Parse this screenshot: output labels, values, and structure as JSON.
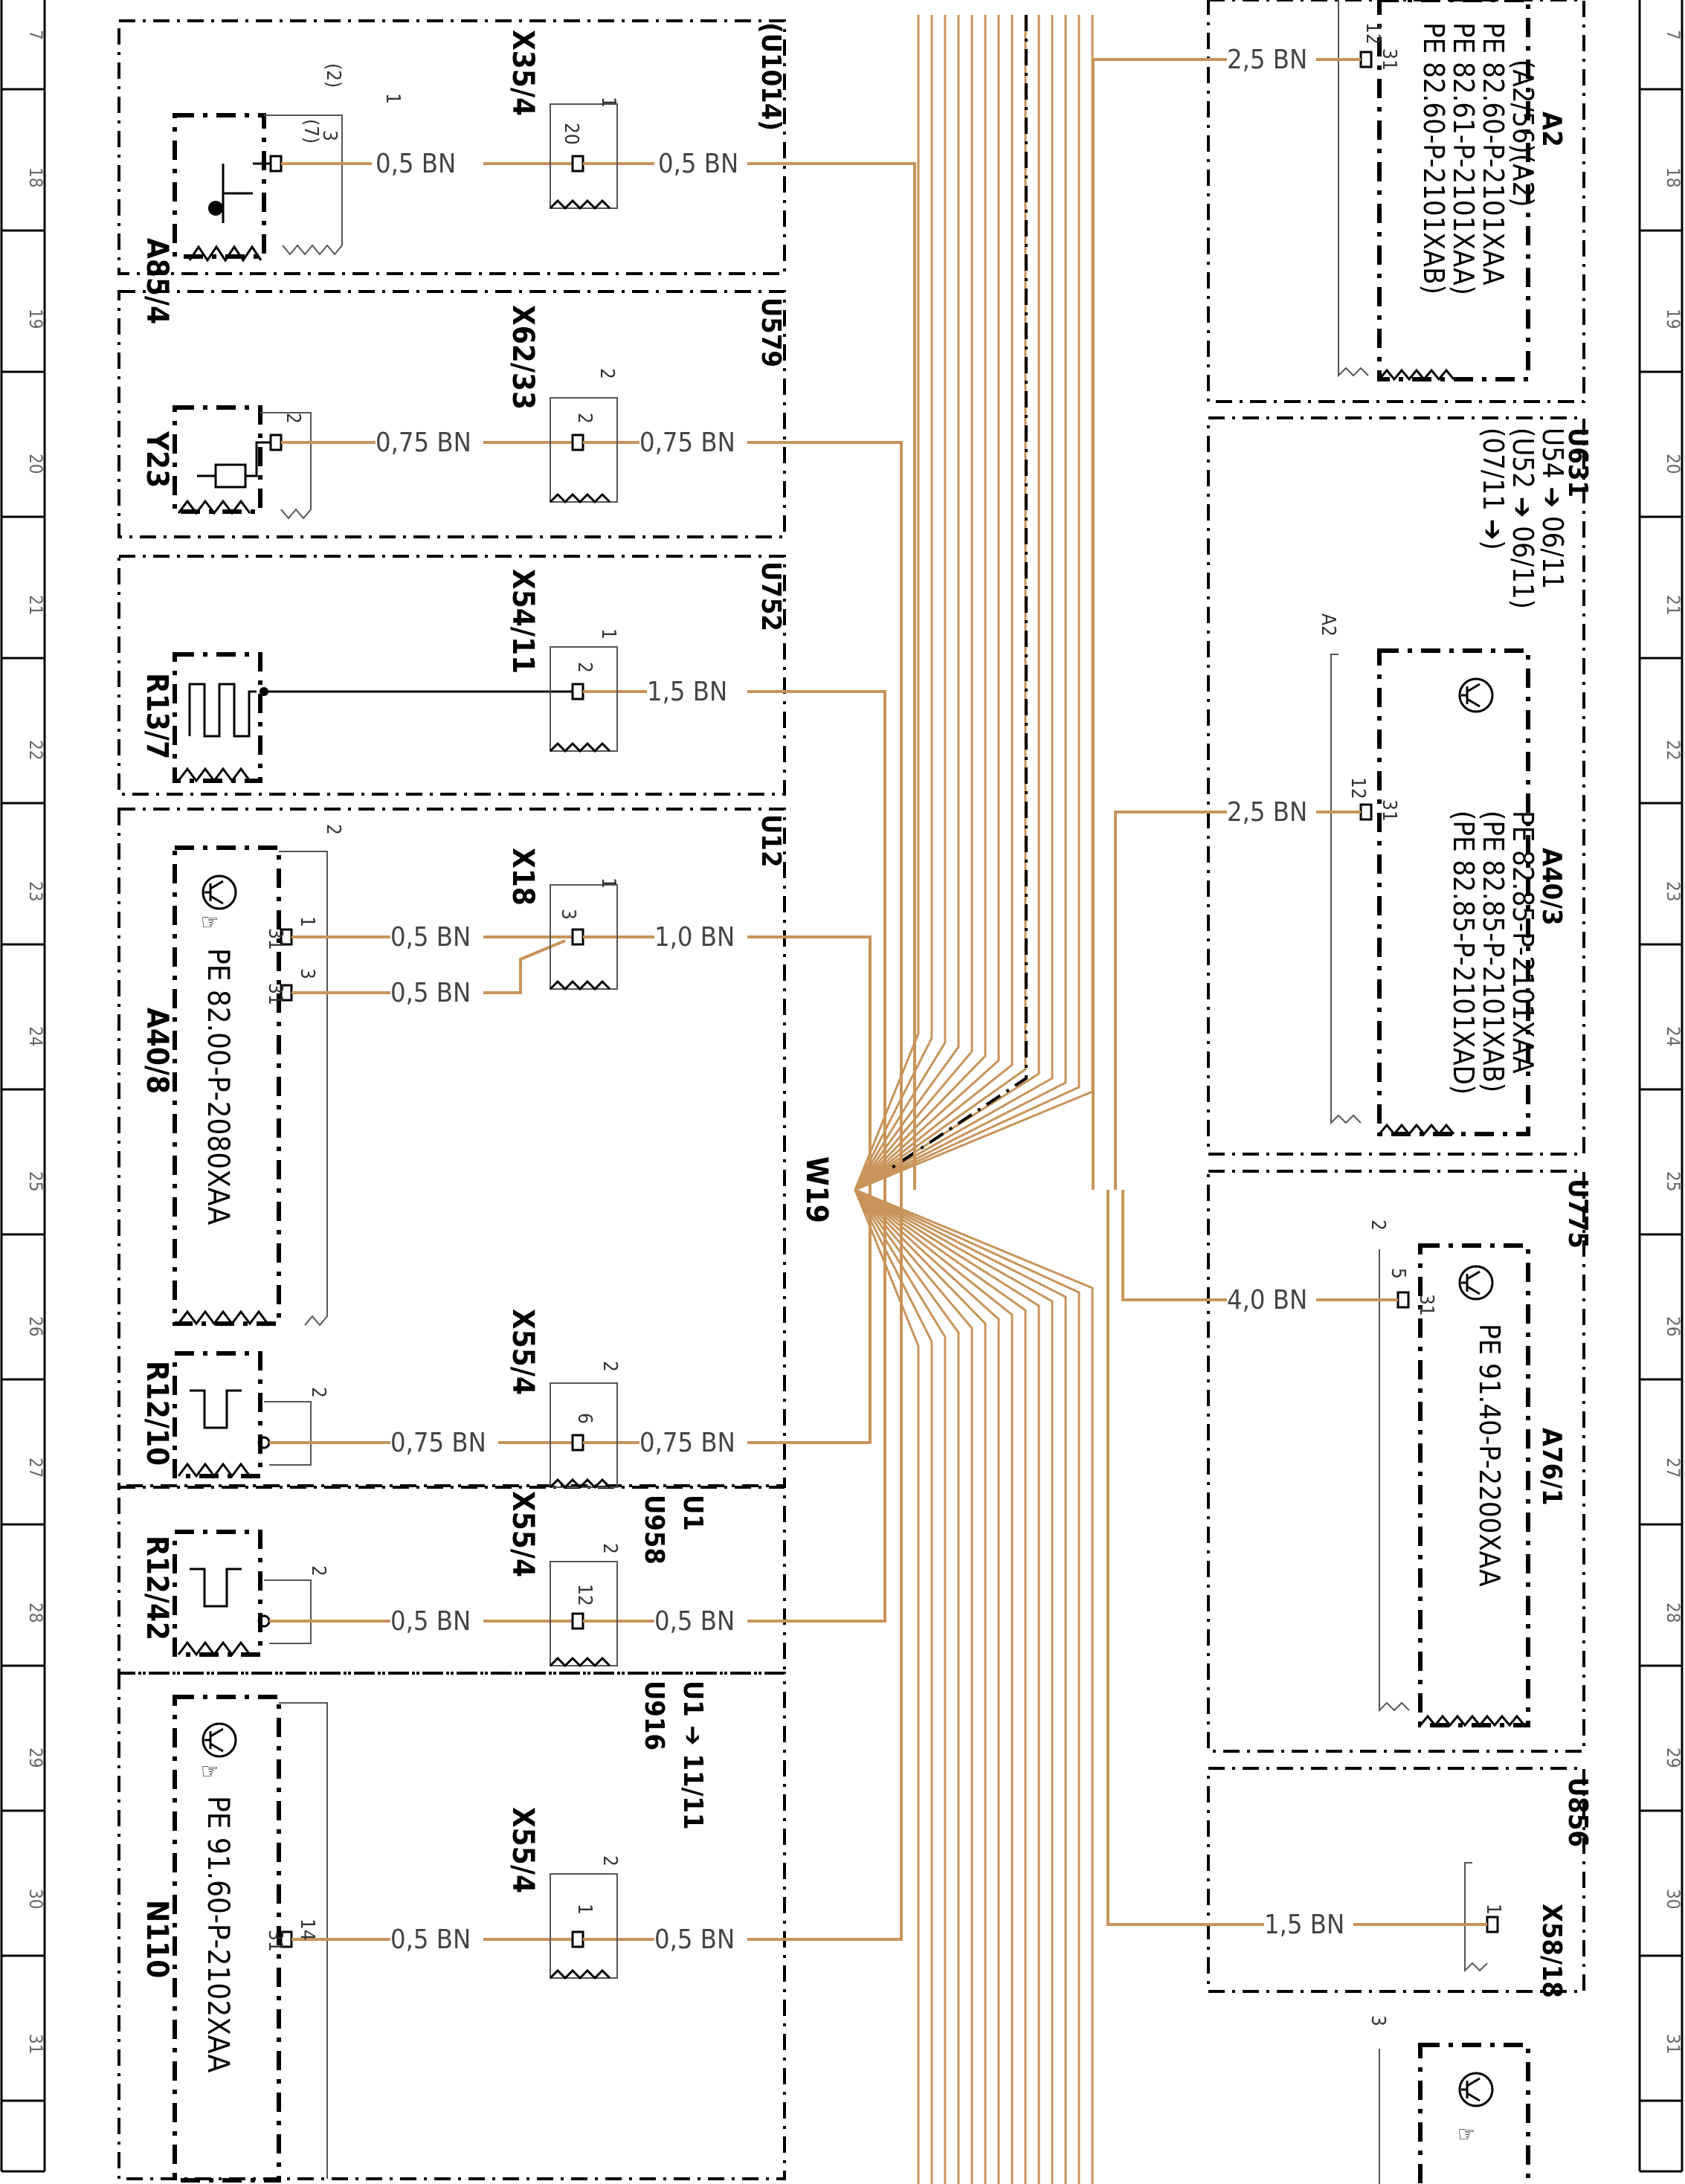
{
  "harness": "W19",
  "ruler_numbers": [
    "7",
    "18",
    "19",
    "20",
    "21",
    "22",
    "23",
    "24",
    "25",
    "26",
    "27",
    "28",
    "29",
    "30",
    "31"
  ],
  "left_panel": {
    "groups": [
      {
        "code": "(U1014)",
        "component": "A85/4",
        "pins": [
          "(2)",
          "1",
          "(7)",
          "3"
        ],
        "connector": "X35/4",
        "conn_pins": [
          "1",
          "20"
        ],
        "wire_in": "0,5 BN",
        "wire_out": "0,5 BN"
      },
      {
        "code": "U579",
        "component": "Y23",
        "pins": [
          "2"
        ],
        "connector": "X62/33",
        "conn_pins": [
          "2",
          "2"
        ],
        "wire_in": "0,75 BN",
        "wire_out": "0,75 BN"
      },
      {
        "code": "U752",
        "component": "R13/7",
        "connector": "X54/11",
        "conn_pins": [
          "1",
          "2"
        ],
        "wire_out": "1,5 BN"
      },
      {
        "code": "U12",
        "component": "A40/8",
        "component_ref": "PE 82.00-P-2080XAA",
        "pins": [
          "2",
          "31",
          "1",
          "31",
          "3"
        ],
        "connector": "X18",
        "conn_pins": [
          "1",
          "3"
        ],
        "wire_in_1": "0,5 BN",
        "wire_in_2": "0,5 BN",
        "wire_out": "1,0 BN"
      },
      {
        "code": "",
        "component": "R12/10",
        "pins": [
          "2"
        ],
        "connector": "X55/4",
        "conn_pins": [
          "2",
          "6"
        ],
        "wire_in": "0,75 BN",
        "wire_out": "0,75 BN"
      },
      {
        "code": "U1",
        "code2": "U958",
        "component": "R12/42",
        "pins": [
          "2"
        ],
        "connector": "X55/4",
        "conn_pins": [
          "2",
          "12"
        ],
        "wire_in": "0,5 BN",
        "wire_out": "0,5 BN"
      },
      {
        "code": "U1 ➔ 11/11",
        "code2": "U916",
        "component": "N110",
        "component_ref": "PE 91.60-P-2102XAA",
        "pins": [
          "31",
          "14"
        ],
        "connector": "X55/4",
        "conn_pins": [
          "2",
          "1"
        ],
        "wire_in": "0,5 BN",
        "wire_out": "0,5 BN"
      }
    ]
  },
  "right_panel": {
    "groups": [
      {
        "code": "A2",
        "codes": [
          "(A2/56)(A2)"
        ],
        "refs": [
          "PE 82.60-P-2101XAA",
          "PE 82.61-P-2101XAA)",
          "PE 82.60-P-2101XAB)"
        ],
        "pins": [
          "12",
          "31"
        ],
        "wire": "2,5 BN"
      },
      {
        "code": "U631",
        "codes": [
          "U54 ➔ 06/11",
          "(U52 ➔ 06/11)",
          "(07/11 ➔)"
        ],
        "component": "A40/3",
        "parent": "A2",
        "refs": [
          "PE 82.85-P-2101XAA",
          "(PE 82.85-P-2101XAB)",
          "(PE 82.85-P-2101XAD)"
        ],
        "pins": [
          "12",
          "31"
        ],
        "wire": "2,5 BN"
      },
      {
        "code": "U775",
        "component": "A76/1",
        "refs": [
          "PE 91.40-P-2200XAA"
        ],
        "pins": [
          "2",
          "5",
          "31"
        ],
        "wire": "4,0 BN"
      },
      {
        "code": "U856",
        "component": "X58/18",
        "pins": [
          "1"
        ],
        "wire": "1,5 BN"
      },
      {
        "code": "",
        "pins": [
          "3"
        ]
      }
    ]
  }
}
